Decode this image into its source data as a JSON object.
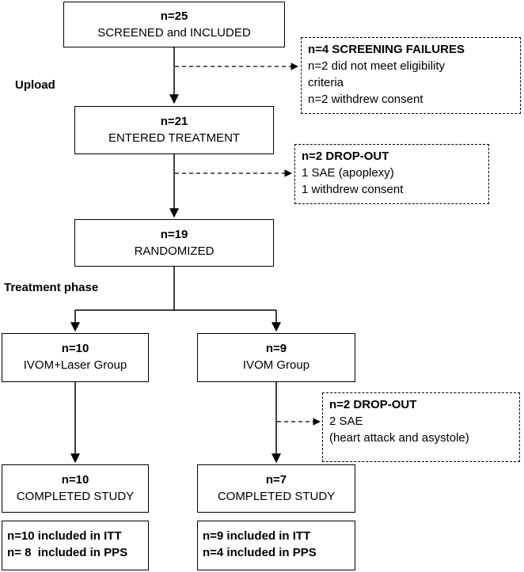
{
  "boxes": {
    "screened": {
      "n": "n=25",
      "text": "SCREENED and INCLUDED"
    },
    "screening_failures": {
      "title": "n=4 SCREENING FAILURES",
      "lines": [
        "n=2 did not meet eligibility",
        "criteria",
        "n=2 withdrew consent"
      ]
    },
    "entered": {
      "n": "n=21",
      "text": "ENTERED TREATMENT"
    },
    "dropout1": {
      "title": "n=2 DROP-OUT",
      "lines": [
        "1 SAE (apoplexy)",
        "1 withdrew consent"
      ]
    },
    "randomized": {
      "n": "n=19",
      "text": "RANDOMIZED"
    },
    "laser_group": {
      "n": "n=10",
      "text": "IVOM+Laser Group"
    },
    "ivom_group": {
      "n": "n=9",
      "text": "IVOM Group"
    },
    "dropout2": {
      "title": "n=2 DROP-OUT",
      "lines": [
        "2 SAE",
        "(heart attack and asystole)"
      ]
    },
    "completed_left": {
      "n": "n=10",
      "text": "COMPLETED STUDY"
    },
    "completed_right": {
      "n": "n=7",
      "text": "COMPLETED STUDY"
    },
    "analysis_left": {
      "lines": [
        "n=10 included in ITT",
        "n= 8  included in PPS"
      ]
    },
    "analysis_right": {
      "lines": [
        "n=9 included in ITT",
        "n=4 included in PPS"
      ]
    }
  },
  "phases": {
    "upload": "Upload",
    "treatment": "Treatment phase"
  }
}
